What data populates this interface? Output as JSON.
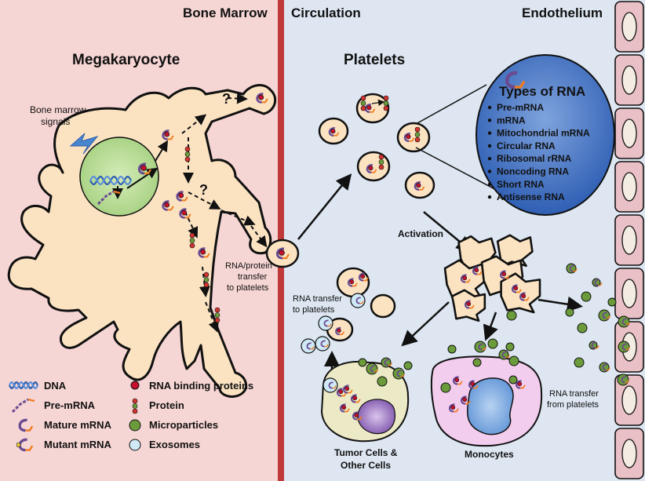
{
  "regions": {
    "bone_marrow": "Bone Marrow",
    "circulation": "Circulation",
    "endothelium": "Endothelium"
  },
  "headings": {
    "megakaryocyte": "Megakaryocyte",
    "platelets": "Platelets"
  },
  "labels": {
    "bone_marrow_signals_1": "Bone marrow",
    "bone_marrow_signals_2": "signals",
    "rna_protein_1": "RNA/protein",
    "rna_protein_2": "transfer",
    "rna_protein_3": "to platelets",
    "activation": "Activation",
    "rna_transfer_to_1": "RNA transfer",
    "rna_transfer_to_2": "to platelets",
    "tumor_1": "Tumor Cells &",
    "tumor_2": "Other Cells",
    "monocytes": "Monocytes",
    "rna_from_1": "RNA transfer",
    "rna_from_2": "from platelets",
    "question": "?"
  },
  "rna_types": {
    "title": "Types of RNA",
    "items": [
      "Pre-mRNA",
      "mRNA",
      "Mitochondrial mRNA",
      "Circular RNA",
      "Ribosomal rRNA",
      "Noncoding RNA",
      "Short RNA",
      "Antisense RNA"
    ]
  },
  "legend": {
    "left": [
      "DNA",
      "Pre-mRNA",
      "Mature mRNA",
      "Mutant mRNA"
    ],
    "right": [
      "RNA binding proteins",
      "Protein",
      "Microparticles",
      "Exosomes"
    ]
  },
  "colors": {
    "bone_marrow_bg": "#f6d6d4",
    "circulation_bg": "#dde6f1",
    "divider": "#c0393b",
    "cell_fill": "#fbe3c2",
    "nucleus": "#b9dd9a",
    "oval": "#3f73c6",
    "microparticle": "#6b9b3b",
    "exosome": "#cfe9f6",
    "endothelial": "#e9c0c5"
  }
}
